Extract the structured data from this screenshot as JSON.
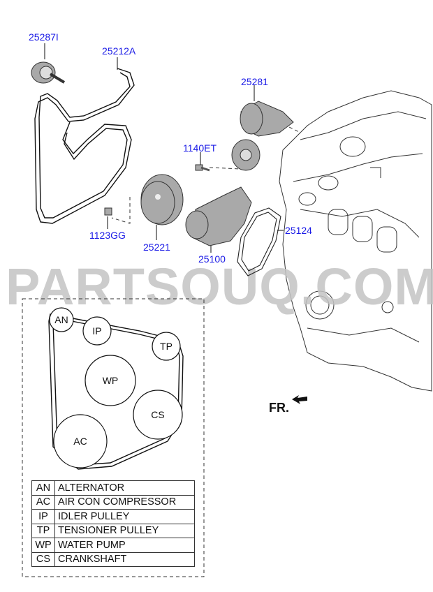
{
  "part_labels": {
    "idler_pulley": "25287I",
    "belt": "25212A",
    "tensioner": "25281",
    "bolt_water_pump": "1140ET",
    "bolt_pulley": "1123GG",
    "water_pump_pulley": "25221",
    "water_pump": "25100",
    "gasket": "25124"
  },
  "watermark": "PARTSOUQ.COM",
  "direction_label": "FR.",
  "belt_routing": {
    "AN": "AN",
    "IP": "IP",
    "TP": "TP",
    "WP": "WP",
    "CS": "CS",
    "AC": "AC"
  },
  "legend": [
    {
      "code": "AN",
      "name": "ALTERNATOR"
    },
    {
      "code": "AC",
      "name": "AIR CON COMPRESSOR"
    },
    {
      "code": "IP",
      "name": "IDLER PULLEY"
    },
    {
      "code": "TP",
      "name": "TENSIONER PULLEY"
    },
    {
      "code": "WP",
      "name": "WATER PUMP"
    },
    {
      "code": "CS",
      "name": "CRANKSHAFT"
    }
  ]
}
